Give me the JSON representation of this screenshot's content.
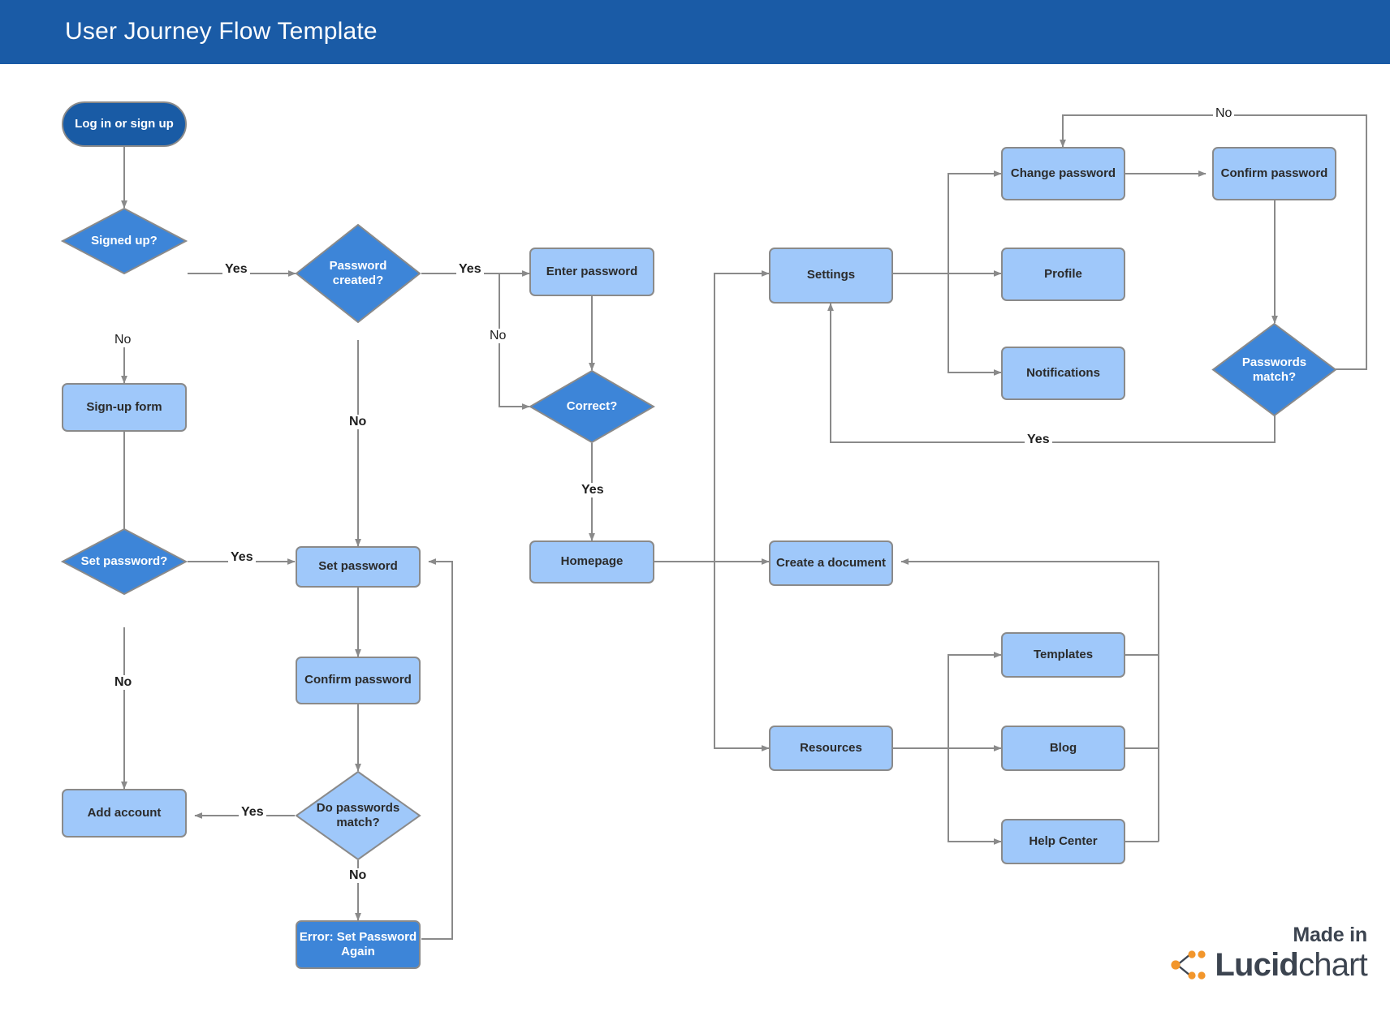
{
  "header": {
    "title": "User Journey Flow Template",
    "bar_color": "#1a5ba6"
  },
  "theme": {
    "node_light_fill": "#9fc8fa",
    "node_mid_fill": "#3d85d8",
    "node_start_fill": "#195ba5",
    "node_stroke": "#8a8a8a",
    "edge_color": "#8a8a8a",
    "text_dark": "#2b2b2b",
    "text_light": "#ffffff"
  },
  "footer": {
    "made_in": "Made in",
    "brand_bold": "Lucid",
    "brand_light": "chart",
    "mark_color": "#f2962c",
    "brand_color": "#3c4450"
  },
  "chart_data": {
    "type": "diagram",
    "title": "User Journey Flow Template",
    "nodes": [
      {
        "id": "login",
        "label": "Log in or sign up",
        "shape": "terminator",
        "fill": "dark"
      },
      {
        "id": "signed_up",
        "label": "Signed up?",
        "shape": "diamond",
        "fill": "mid"
      },
      {
        "id": "signup_form",
        "label": "Sign-up form",
        "shape": "rect",
        "fill": "light"
      },
      {
        "id": "set_password_q",
        "label": "Set password?",
        "shape": "diamond",
        "fill": "mid"
      },
      {
        "id": "add_account",
        "label": "Add account",
        "shape": "rect",
        "fill": "light"
      },
      {
        "id": "password_created",
        "label": "Password created?",
        "shape": "diamond",
        "fill": "mid"
      },
      {
        "id": "set_password",
        "label": "Set password",
        "shape": "rect",
        "fill": "light"
      },
      {
        "id": "confirm_password",
        "label": "Confirm password",
        "shape": "rect",
        "fill": "light"
      },
      {
        "id": "do_match",
        "label": "Do passwords match?",
        "shape": "diamond",
        "fill": "light"
      },
      {
        "id": "error_set_again",
        "label": "Error: Set Password Again",
        "shape": "rect",
        "fill": "mid"
      },
      {
        "id": "enter_password",
        "label": "Enter password",
        "shape": "rect",
        "fill": "light"
      },
      {
        "id": "correct",
        "label": "Correct?",
        "shape": "diamond",
        "fill": "mid"
      },
      {
        "id": "homepage",
        "label": "Homepage",
        "shape": "rect",
        "fill": "light"
      },
      {
        "id": "settings",
        "label": "Settings",
        "shape": "rect",
        "fill": "light"
      },
      {
        "id": "change_password",
        "label": "Change password",
        "shape": "rect",
        "fill": "light"
      },
      {
        "id": "profile",
        "label": "Profile",
        "shape": "rect",
        "fill": "light"
      },
      {
        "id": "notifications",
        "label": "Notifications",
        "shape": "rect",
        "fill": "light"
      },
      {
        "id": "confirm_password2",
        "label": "Confirm password",
        "shape": "rect",
        "fill": "light"
      },
      {
        "id": "passwords_match",
        "label": "Passwords match?",
        "shape": "diamond",
        "fill": "mid"
      },
      {
        "id": "create_document",
        "label": "Create a document",
        "shape": "rect",
        "fill": "light"
      },
      {
        "id": "resources",
        "label": "Resources",
        "shape": "rect",
        "fill": "light"
      },
      {
        "id": "templates",
        "label": "Templates",
        "shape": "rect",
        "fill": "light"
      },
      {
        "id": "blog",
        "label": "Blog",
        "shape": "rect",
        "fill": "light"
      },
      {
        "id": "help_center",
        "label": "Help Center",
        "shape": "rect",
        "fill": "light"
      }
    ],
    "edges": [
      {
        "from": "login",
        "to": "signed_up",
        "label": ""
      },
      {
        "from": "signed_up",
        "to": "password_created",
        "label": "Yes"
      },
      {
        "from": "signed_up",
        "to": "signup_form",
        "label": "No"
      },
      {
        "from": "signup_form",
        "to": "set_password_q",
        "label": ""
      },
      {
        "from": "set_password_q",
        "to": "set_password",
        "label": "Yes"
      },
      {
        "from": "set_password_q",
        "to": "add_account",
        "label": "No"
      },
      {
        "from": "password_created",
        "to": "enter_password",
        "label": "Yes"
      },
      {
        "from": "password_created",
        "to": "set_password",
        "label": "No"
      },
      {
        "from": "set_password",
        "to": "confirm_password",
        "label": ""
      },
      {
        "from": "confirm_password",
        "to": "do_match",
        "label": ""
      },
      {
        "from": "do_match",
        "to": "add_account",
        "label": "Yes"
      },
      {
        "from": "do_match",
        "to": "error_set_again",
        "label": "No"
      },
      {
        "from": "error_set_again",
        "to": "set_password",
        "label": ""
      },
      {
        "from": "enter_password",
        "to": "correct",
        "label": ""
      },
      {
        "from": "correct",
        "to": "homepage",
        "label": "Yes"
      },
      {
        "from": "homepage",
        "to": "settings",
        "label": ""
      },
      {
        "from": "homepage",
        "to": "create_document",
        "label": ""
      },
      {
        "from": "homepage",
        "to": "resources",
        "label": ""
      },
      {
        "from": "settings",
        "to": "change_password",
        "label": ""
      },
      {
        "from": "settings",
        "to": "profile",
        "label": ""
      },
      {
        "from": "settings",
        "to": "notifications",
        "label": ""
      },
      {
        "from": "change_password",
        "to": "confirm_password2",
        "label": ""
      },
      {
        "from": "confirm_password2",
        "to": "passwords_match",
        "label": ""
      },
      {
        "from": "passwords_match",
        "to": "change_password",
        "label": "No"
      },
      {
        "from": "passwords_match",
        "to": "settings",
        "label": "Yes"
      },
      {
        "from": "resources",
        "to": "templates",
        "label": ""
      },
      {
        "from": "resources",
        "to": "blog",
        "label": ""
      },
      {
        "from": "resources",
        "to": "help_center",
        "label": ""
      },
      {
        "from": "templates",
        "to": "create_document",
        "label": ""
      },
      {
        "from": "blog",
        "to": "create_document",
        "label": ""
      },
      {
        "from": "help_center",
        "to": "create_document",
        "label": ""
      }
    ],
    "edge_labels": {
      "signed_up_yes": "Yes",
      "signed_up_no": "No",
      "set_password_q_yes": "Yes",
      "set_password_q_no": "No",
      "password_created_yes": "Yes",
      "password_created_no": "No",
      "do_match_yes": "Yes",
      "do_match_no": "No",
      "correct_yes": "Yes",
      "passwords_match_no": "No",
      "passwords_match_yes": "Yes"
    }
  }
}
